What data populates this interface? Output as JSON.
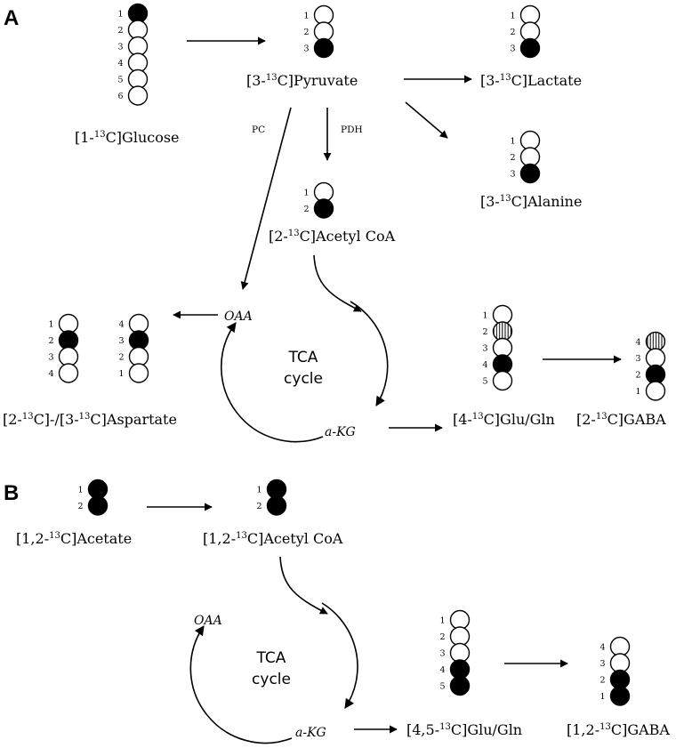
{
  "panel_a": {
    "letter": "A",
    "glucose": {
      "pre": "[1-",
      "iso": "13",
      "post": "C]Glucose",
      "atoms": [
        {
          "n": "1",
          "s": "filled"
        },
        {
          "n": "2",
          "s": "open"
        },
        {
          "n": "3",
          "s": "open"
        },
        {
          "n": "4",
          "s": "open"
        },
        {
          "n": "5",
          "s": "open"
        },
        {
          "n": "6",
          "s": "open"
        }
      ]
    },
    "pyruvate": {
      "pre": "[3-",
      "iso": "13",
      "post": "C]Pyruvate",
      "atoms": [
        {
          "n": "1",
          "s": "open"
        },
        {
          "n": "2",
          "s": "open"
        },
        {
          "n": "3",
          "s": "filled"
        }
      ]
    },
    "lactate": {
      "pre": "[3-",
      "iso": "13",
      "post": "C]Lactate",
      "atoms": [
        {
          "n": "1",
          "s": "open"
        },
        {
          "n": "2",
          "s": "open"
        },
        {
          "n": "3",
          "s": "filled"
        }
      ]
    },
    "alanine": {
      "pre": "[3-",
      "iso": "13",
      "post": "C]Alanine",
      "atoms": [
        {
          "n": "1",
          "s": "open"
        },
        {
          "n": "2",
          "s": "open"
        },
        {
          "n": "3",
          "s": "filled"
        }
      ]
    },
    "acetyl_coa": {
      "pre": "[2-",
      "iso": "13",
      "post": "C]Acetyl CoA",
      "atoms": [
        {
          "n": "1",
          "s": "open"
        },
        {
          "n": "2",
          "s": "filled"
        }
      ]
    },
    "enzyme_pc": "PC",
    "enzyme_pdh": "PDH",
    "oaa": "OAA",
    "akg": "a-KG",
    "tca_line1": "TCA",
    "tca_line2": "cycle",
    "aspartate": {
      "pre1": "[2-",
      "iso1": "13",
      "post1": "C]-/[3-",
      "iso2": "13",
      "post2": "C]Aspartate"
    },
    "asp_left_atoms": [
      {
        "n": "1",
        "s": "open"
      },
      {
        "n": "2",
        "s": "filled"
      },
      {
        "n": "3",
        "s": "open"
      },
      {
        "n": "4",
        "s": "open"
      }
    ],
    "asp_right_atoms": [
      {
        "n": "4",
        "s": "open"
      },
      {
        "n": "3",
        "s": "filled"
      },
      {
        "n": "2",
        "s": "open"
      },
      {
        "n": "1",
        "s": "open"
      }
    ],
    "glu": {
      "pre": "[4-",
      "iso": "13",
      "post": "C]Glu/Gln",
      "atoms": [
        {
          "n": "1",
          "s": "open"
        },
        {
          "n": "2",
          "s": "striped"
        },
        {
          "n": "3",
          "s": "open"
        },
        {
          "n": "4",
          "s": "filled"
        },
        {
          "n": "5",
          "s": "open"
        }
      ]
    },
    "gaba": {
      "pre": "[2-",
      "iso": "13",
      "post": "C]GABA",
      "atoms": [
        {
          "n": "4",
          "s": "striped"
        },
        {
          "n": "3",
          "s": "open"
        },
        {
          "n": "2",
          "s": "filled"
        },
        {
          "n": "1",
          "s": "open"
        }
      ]
    }
  },
  "panel_b": {
    "letter": "B",
    "acetate": {
      "pre": "[1,2-",
      "iso": "13",
      "post": "C]Acetate",
      "atoms": [
        {
          "n": "1",
          "s": "filled"
        },
        {
          "n": "2",
          "s": "filled"
        }
      ]
    },
    "acetyl_coa": {
      "pre": "[1,2-",
      "iso": "13",
      "post": "C]Acetyl CoA",
      "atoms": [
        {
          "n": "1",
          "s": "filled"
        },
        {
          "n": "2",
          "s": "filled"
        }
      ]
    },
    "oaa": "OAA",
    "akg": "a-KG",
    "tca_line1": "TCA",
    "tca_line2": "cycle",
    "glu": {
      "pre": "[4,5-",
      "iso": "13",
      "post": "C]Glu/Gln",
      "atoms": [
        {
          "n": "1",
          "s": "open"
        },
        {
          "n": "2",
          "s": "open"
        },
        {
          "n": "3",
          "s": "open"
        },
        {
          "n": "4",
          "s": "filled"
        },
        {
          "n": "5",
          "s": "filled"
        }
      ]
    },
    "gaba": {
      "pre": "[1,2-",
      "iso": "13",
      "post": "C]GABA",
      "atoms": [
        {
          "n": "4",
          "s": "open"
        },
        {
          "n": "3",
          "s": "open"
        },
        {
          "n": "2",
          "s": "filled"
        },
        {
          "n": "1",
          "s": "filled"
        }
      ]
    }
  }
}
